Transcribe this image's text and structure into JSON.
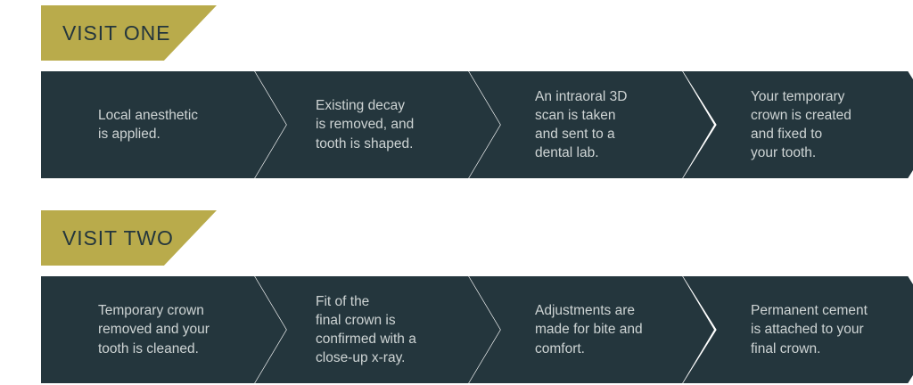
{
  "colors": {
    "accent_gold": "#b9ab4b",
    "panel_dark": "#24363d",
    "text_light": "#ced4d4",
    "background": "#ffffff"
  },
  "sections": [
    {
      "banner_label": "VISIT ONE",
      "steps": [
        {
          "text": "Local anesthetic\nis applied."
        },
        {
          "text": "Existing decay\nis removed, and\ntooth is shaped."
        },
        {
          "text": "An intraoral 3D\nscan is taken\nand sent to a\ndental lab."
        },
        {
          "text": "Your temporary\ncrown is created\nand fixed to\nyour tooth."
        }
      ]
    },
    {
      "banner_label": "VISIT TWO",
      "steps": [
        {
          "text": "Temporary crown\nremoved and your\ntooth is cleaned."
        },
        {
          "text": "Fit of the\nfinal crown is\nconfirmed with a\nclose-up x-ray."
        },
        {
          "text": "Adjustments are\nmade for bite and\ncomfort."
        },
        {
          "text": "Permanent cement\nis attached to your\nfinal crown."
        }
      ]
    }
  ]
}
